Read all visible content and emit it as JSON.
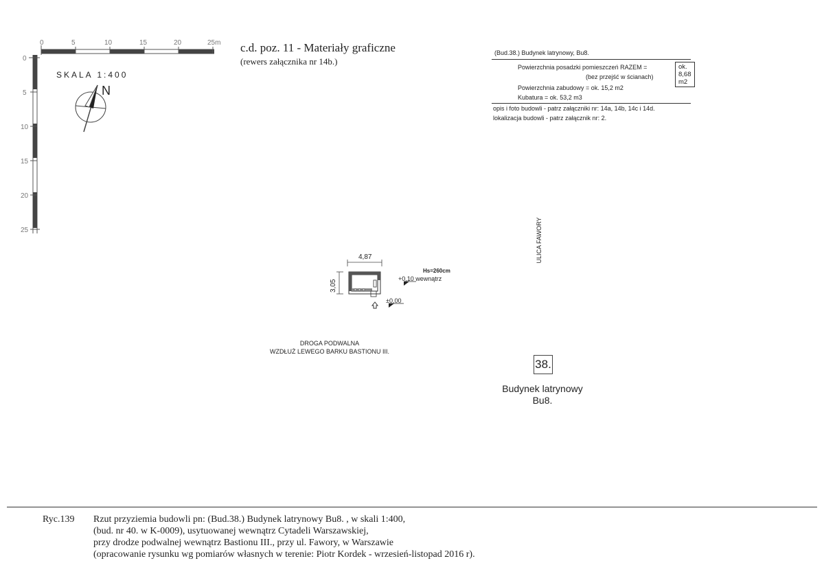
{
  "scale": {
    "h_ticks": [
      "0",
      "5",
      "10",
      "15",
      "20",
      "25m"
    ],
    "v_ticks": [
      "0",
      "5",
      "10",
      "15",
      "20",
      "25"
    ],
    "label": "SKALA 1:400",
    "north": "N"
  },
  "header": {
    "title": "c.d. poz. 11 - Materiały graficzne",
    "subtitle": "(rewers załącznika nr 14b.)"
  },
  "info": {
    "building": "(Bud.38.)  Budynek latrynowy,  Bu8.",
    "floor_area_label": "Powierzchnia posadzki pomieszczeń RAZEM =",
    "floor_area_value": "ok. 8,68 m2",
    "floor_area_note": "(bez przejść w ścianach)",
    "built_area": "Powierzchnia zabudowy = ok. 15,2 m2",
    "volume": "Kubatura = ok. 53,2 m3",
    "desc_ref": "opis i foto budowli  - patrz załączniki nr: 14a, 14b, 14c i 14d.",
    "loc_ref": "lokalizacja budowli  - patrz załącznik nr: 2."
  },
  "street": "ULICA FAWORY",
  "plan": {
    "width_dim": "4,87",
    "depth_dim": "3,05",
    "height": "Hs=260cm",
    "level_inside": "+0,10 wewnątrz",
    "level_zero": "±0,00"
  },
  "road": {
    "line1": "DROGA PODWALNA",
    "line2": "WZDŁUŻ LEWEGO BARKU BASTIONU III."
  },
  "building": {
    "number": "38.",
    "name_line1": "Budynek latrynowy",
    "name_line2": "Bu8."
  },
  "caption": {
    "label": "Ryc.139",
    "lines": [
      "Rzut przyziemia budowli pn:  (Bud.38.) Budynek latrynowy  Bu8. ,   w skali 1:400,",
      "(bud. nr 40. w K-0009),  usytuowanej  wewnątrz Cytadeli Warszawskiej,",
      "przy drodze podwalnej wewnątrz  Bastionu III.,  przy  ul. Fawory,  w  Warszawie",
      "(opracowanie rysunku wg pomiarów własnych w terenie: Piotr Kordek - wrzesień-listopad 2016 r)."
    ]
  }
}
